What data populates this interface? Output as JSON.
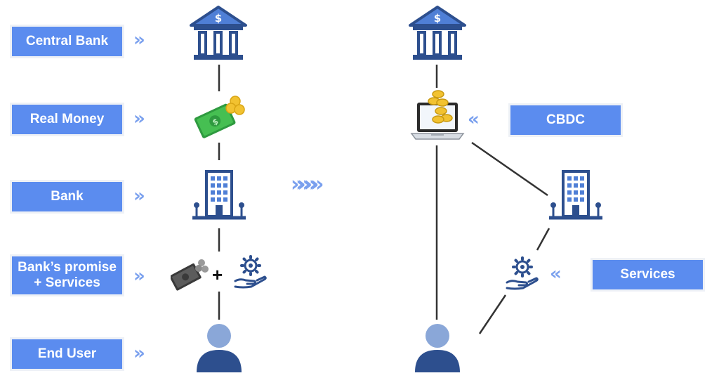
{
  "left_column": {
    "labels": [
      "Central Bank",
      "Real Money",
      "Bank",
      "Bank’s promise\n+ Services",
      "End User"
    ]
  },
  "right_column": {
    "labels": [
      "CBDC",
      "Services"
    ]
  },
  "operators": {
    "plus": "+"
  },
  "arrows": {
    "single": "»",
    "transition": "»»»»"
  },
  "icons": {
    "central_bank": "bank-building-dollar-icon",
    "real_money": "banknote-coins-icon",
    "bank": "office-building-icon",
    "bank_promise": "dark-banknote-coins-icon",
    "services": "hand-gear-icon",
    "end_user": "user-icon",
    "cbdc": "laptop-coins-icon"
  },
  "colors": {
    "label_bg": "#5b8cef",
    "label_text": "#ffffff",
    "icon_navy": "#2d4f8e",
    "icon_blue": "#4f7fd6",
    "money_green": "#3cb24a",
    "coin_gold": "#f2c230",
    "user_blue": "#8aa7d8",
    "chevron": "#7aa0ee"
  }
}
